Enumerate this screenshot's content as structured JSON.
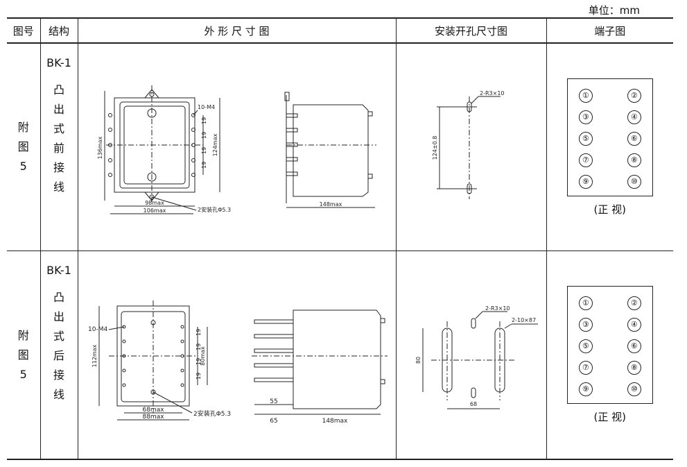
{
  "unit_label": "单位：mm",
  "headers": {
    "fig_no": "图号",
    "structure": "结构",
    "outline": "外 形 尺 寸 图",
    "cutout": "安装开孔尺寸图",
    "terminal": "端子图"
  },
  "rows": [
    {
      "fig_no": [
        "附",
        "图",
        "5"
      ],
      "model": "BK-1",
      "structure": [
        "凸",
        "出",
        "式",
        "前",
        "接",
        "线"
      ],
      "outline_labels": {
        "height_total": "136max",
        "screw": "10-M4",
        "pitch": "19",
        "height_inner": "124max",
        "width_inner": "98max",
        "width_total": "106max",
        "mount_hole": "2安装孔Φ5.3",
        "depth": "148max"
      },
      "cutout_labels": {
        "slot": "2-R3×10",
        "pitch": "124±0.8"
      },
      "terminals": [
        "①",
        "②",
        "③",
        "④",
        "⑤",
        "⑥",
        "⑦",
        "⑧",
        "⑨",
        "⑩"
      ],
      "view": "(正 视)"
    },
    {
      "fig_no": [
        "附",
        "图",
        "5"
      ],
      "model": "BK-1",
      "structure": [
        "凸",
        "出",
        "式",
        "后",
        "接",
        "线"
      ],
      "outline_labels": {
        "height_total": "112max",
        "screw": "10-M4",
        "pitch": "19",
        "height_inner": "80max",
        "width_inner": "68max",
        "width_total": "88max",
        "mount_hole": "2安装孔Φ5.3",
        "dim_55": "55",
        "dim_65": "65",
        "depth": "148max"
      },
      "cutout_labels": {
        "slot": "2-R3×10",
        "slot2": "2-10×87",
        "height": "80",
        "width": "68"
      },
      "terminals": [
        "①",
        "②",
        "③",
        "④",
        "⑤",
        "⑥",
        "⑦",
        "⑧",
        "⑨",
        "⑩"
      ],
      "view": "(正 视)"
    }
  ]
}
